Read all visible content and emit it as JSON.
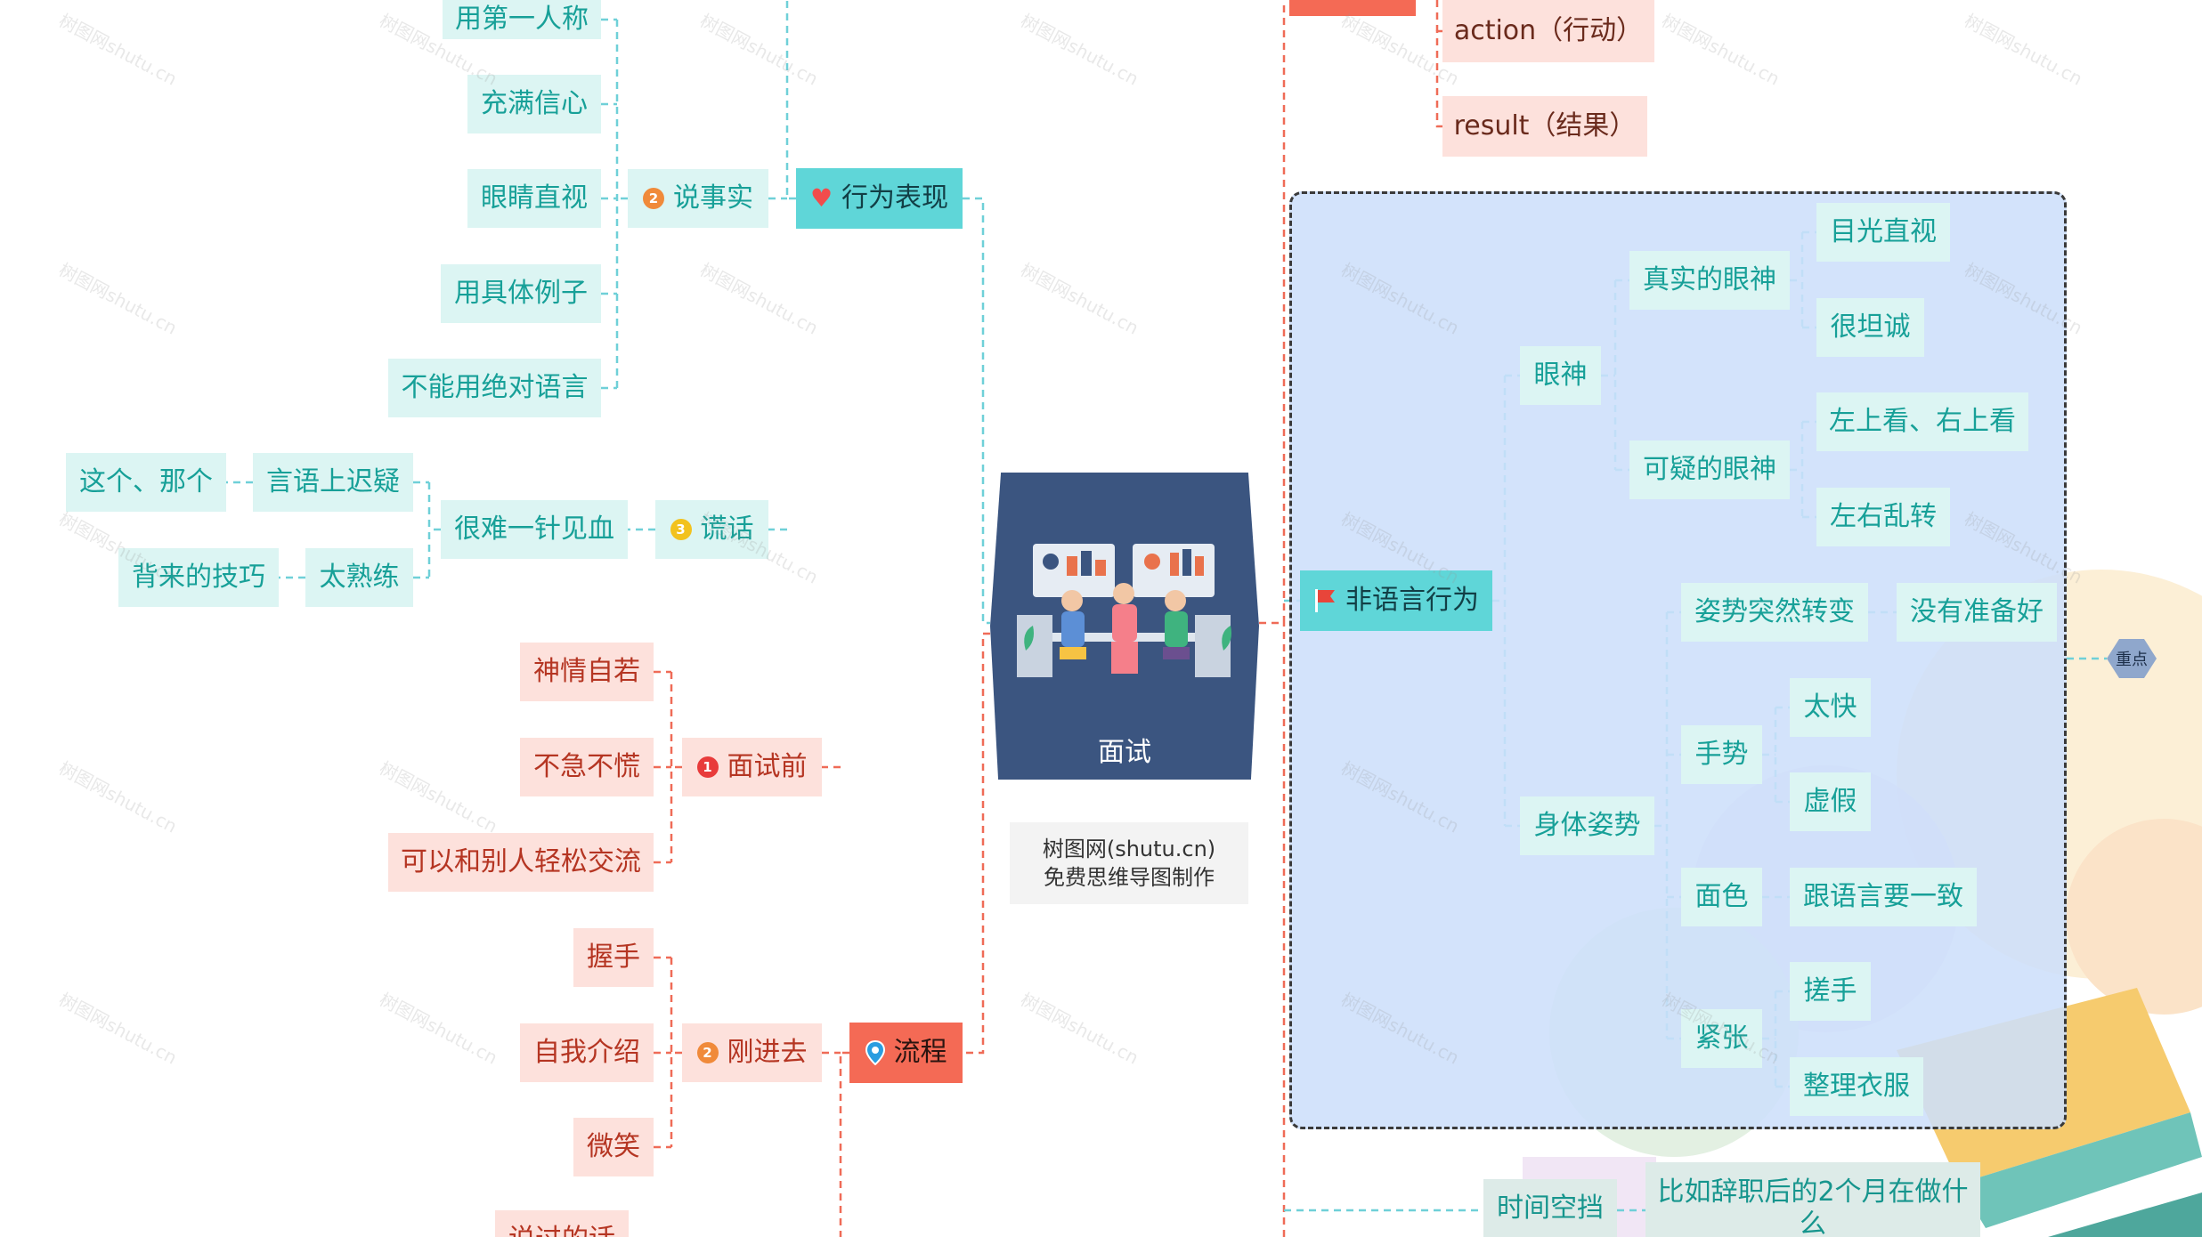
{
  "center": {
    "label": "面试"
  },
  "watermark": {
    "line1": "树图网(shutu.cn)",
    "line2": "免费思维导图制作"
  },
  "key_tag": {
    "label": "重点"
  },
  "bg_watermark_text": "树图网shutu.cn",
  "colors": {
    "teal_branch": "#5fd6d8",
    "red_branch": "#f46a55",
    "teal_node": "#dcf5f3",
    "salmon_node": "#fde1dc",
    "center": "#3b5580",
    "focus_frame": "#cddffa"
  },
  "branches": {
    "behavior": {
      "label": "行为表现",
      "icon": "heart-icon"
    },
    "facts": {
      "label": "说事实",
      "badge": "2"
    },
    "lie": {
      "label": "谎话",
      "badge": "3"
    },
    "process": {
      "label": "流程",
      "icon": "pin-icon"
    },
    "before": {
      "label": "面试前",
      "badge": "1"
    },
    "just_in": {
      "label": "刚进去",
      "badge": "2"
    },
    "nonverbal": {
      "label": "非语言行为",
      "icon": "flag-icon"
    }
  },
  "nodes": {
    "first_person": "用第一人称",
    "confident": "充满信心",
    "eye_contact": "眼睛直视",
    "examples": "用具体例子",
    "no_absolute": "不能用绝对语言",
    "hard_to_point": "很难一针见血",
    "hesitate": "言语上迟疑",
    "this_that": "这个、那个",
    "too_familiar": "太熟练",
    "memorized": "背来的技巧",
    "composed": "神情自若",
    "calm": "不急不慌",
    "easy_talk": "可以和别人轻松交流",
    "handshake": "握手",
    "self_intro": "自我介绍",
    "smile": "微笑",
    "partial_bottom": "说过的话",
    "action": "action（行动）",
    "result": "result（结果）",
    "eyes": "眼神",
    "true_eyes": "真实的眼神",
    "look_direct": "目光直视",
    "frank": "很坦诚",
    "suspicious_eyes": "可疑的眼神",
    "look_up": "左上看、右上看",
    "look_around": "左右乱转",
    "body_posture": "身体姿势",
    "sudden_change": "姿势突然转变",
    "not_ready": "没有准备好",
    "gesture": "手势",
    "too_fast": "太快",
    "fake": "虚假",
    "complexion": "面色",
    "consistent": "跟语言要一致",
    "nervous": "紧张",
    "rub_hands": "搓手",
    "fix_clothes": "整理衣服",
    "time_gap": "时间空挡",
    "gap_example": "比如辞职后的2个月在做什么"
  }
}
